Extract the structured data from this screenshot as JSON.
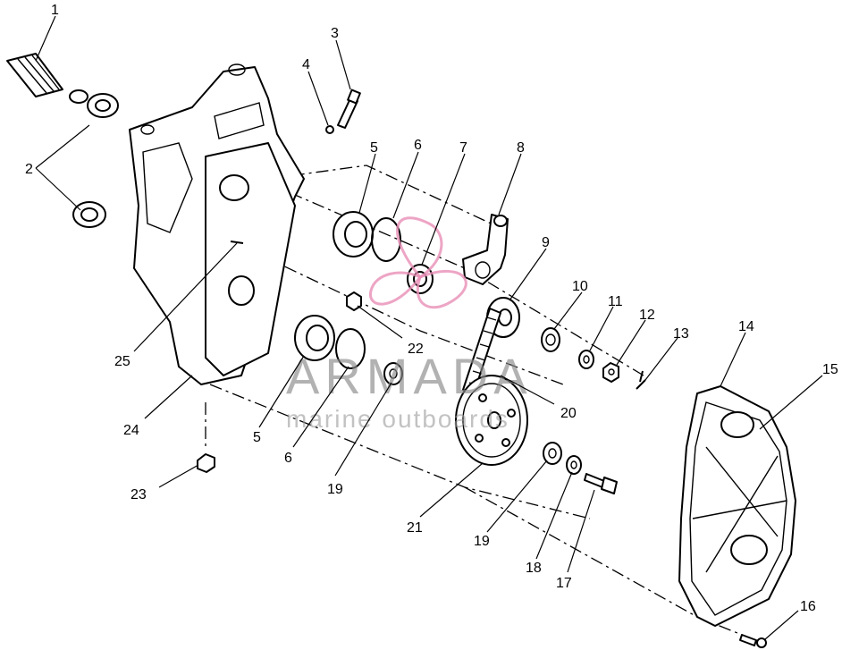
{
  "watermark": {
    "brand": "ARMADA",
    "tagline": "marine outboards",
    "logo_color": "#e98fb7"
  },
  "callouts": [
    "1",
    "2",
    "3",
    "4",
    "5",
    "6",
    "7",
    "8",
    "9",
    "10",
    "11",
    "12",
    "13",
    "14",
    "15",
    "16",
    "17",
    "18",
    "19",
    "20",
    "21",
    "22",
    "23",
    "24",
    "25"
  ],
  "repeat_callouts": [
    "5",
    "6",
    "19"
  ]
}
